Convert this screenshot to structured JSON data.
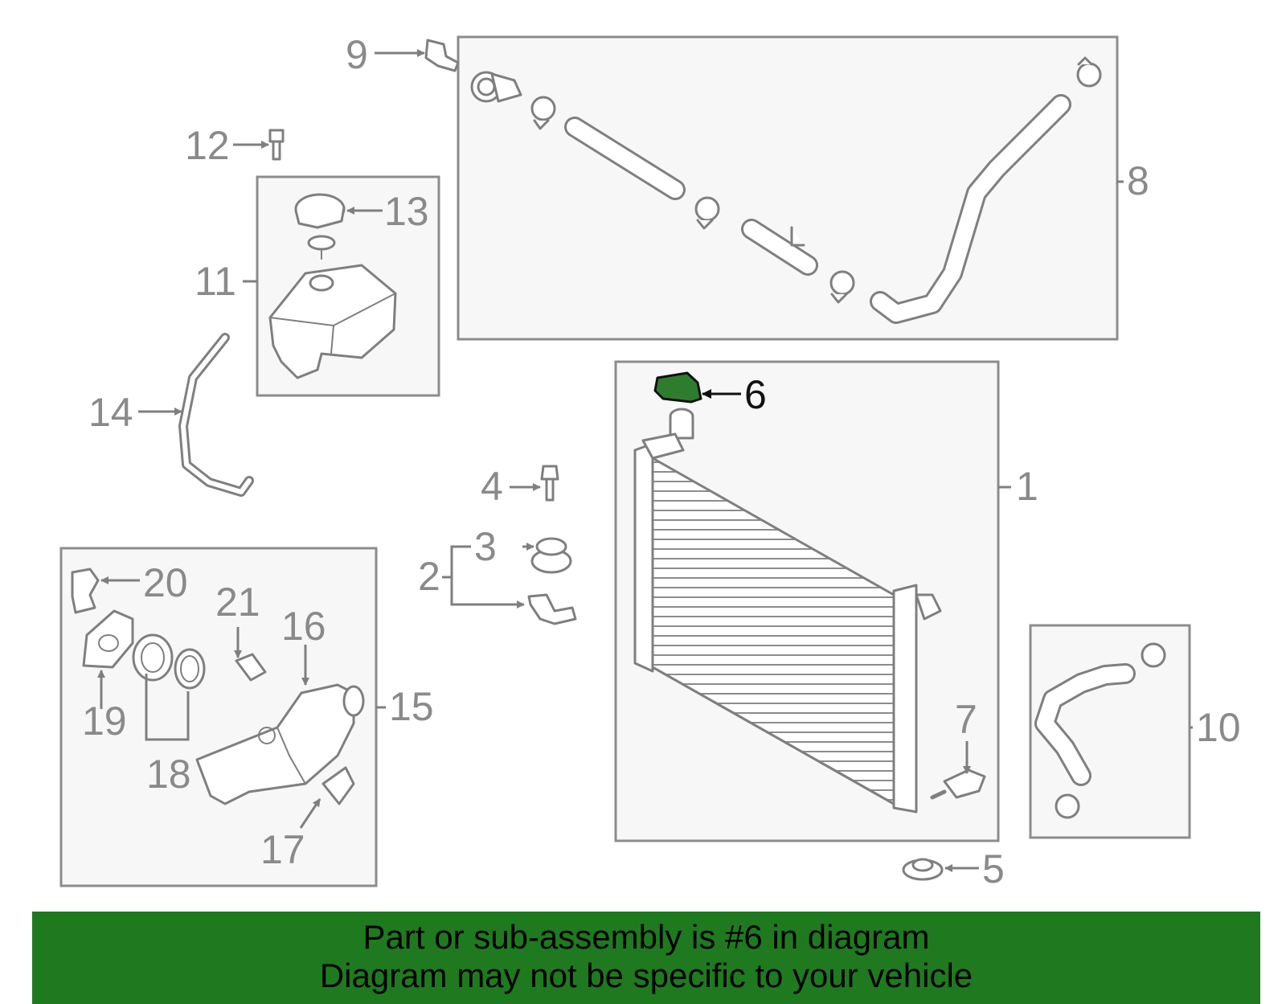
{
  "diagram": {
    "callouts": [
      "1",
      "2",
      "3",
      "4",
      "5",
      "6",
      "7",
      "8",
      "9",
      "10",
      "11",
      "12",
      "13",
      "14",
      "15",
      "16",
      "17",
      "18",
      "19",
      "20",
      "21"
    ],
    "highlighted_part": "6",
    "highlight_color": "#2e7d2e",
    "banner_color": "#1f7a1f"
  },
  "banner": {
    "line1": "Part or sub-assembly is #6 in diagram",
    "line2": "Diagram may not be specific to your vehicle"
  }
}
